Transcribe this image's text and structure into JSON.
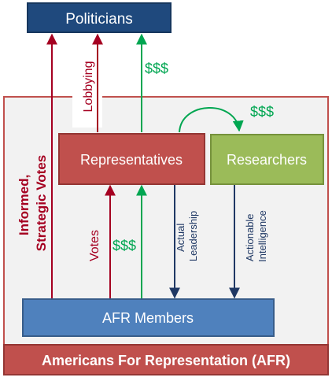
{
  "nodes": {
    "politicians": "Politicians",
    "representatives": "Representatives",
    "researchers": "Researchers",
    "members": "AFR Members",
    "footer": "Americans For Representation (AFR)"
  },
  "edge_labels": {
    "informed_votes_line1": "Informed,",
    "informed_votes_line2": "Strategic Votes",
    "lobbying": "Lobbying",
    "money_to_politicians": "$$$",
    "money_to_researchers": "$$$",
    "votes": "Votes",
    "money_from_members": "$$$",
    "actual_leadership_line1": "Actual",
    "actual_leadership_line2": "Leadership",
    "actionable_intelligence_line1": "Actionable",
    "actionable_intelligence_line2": "Intelligence"
  },
  "colors": {
    "politicians_fill": "#1f497d",
    "representatives_fill": "#c0504d",
    "researchers_fill": "#9bbb59",
    "members_fill": "#4f81bd",
    "footer_fill": "#c0504d",
    "org_background": "#f2f2f2",
    "org_border": "#c0504d",
    "vote_arrow": "#a50021",
    "money_arrow": "#00a651",
    "leadership_arrow": "#1f3864"
  }
}
